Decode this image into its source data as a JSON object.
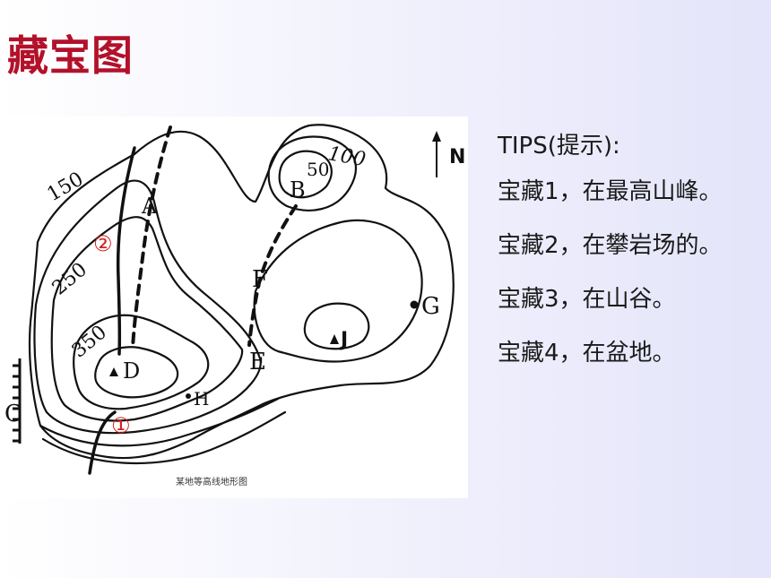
{
  "slide": {
    "title": "藏宝图"
  },
  "map": {
    "caption": "某地等高线地形图",
    "north_label": "N",
    "contour_labels": [
      "150",
      "250",
      "350",
      "100",
      "50"
    ],
    "point_labels": [
      "A",
      "B",
      "C",
      "D",
      "E",
      "F",
      "G",
      "H",
      "J"
    ],
    "route_markers": [
      "②",
      "①"
    ]
  },
  "tips": {
    "heading": "TIPS(提示):",
    "items": [
      "宝藏1，在最高山峰。",
      "宝藏2，在攀岩场的。",
      "宝藏3，在山谷。",
      "宝藏4，在盆地。"
    ]
  },
  "colors": {
    "title": "#b3112a",
    "marker": "#d42020",
    "contour": "#111111"
  }
}
